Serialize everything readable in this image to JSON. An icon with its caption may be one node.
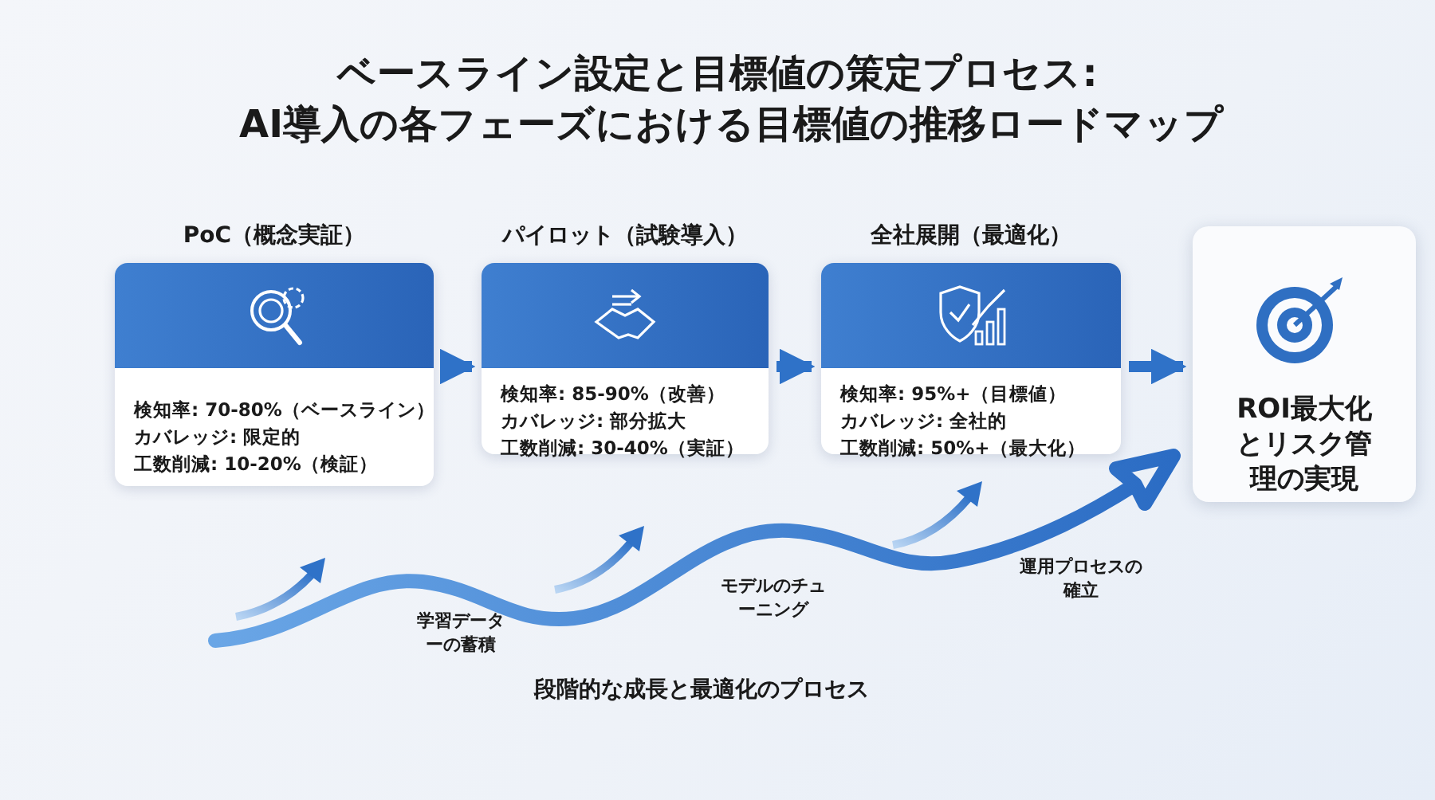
{
  "diagram": {
    "title": "ベースライン設定と目標値の策定プロセス: AI導入の各フェーズにおける目標値の推移ロードマップ",
    "nodes": [
      {
        "text": [
          "PoC（概念実証）",
          "検知率: 70-80%（ベースライン）",
          "カバレッジ: 限定的",
          "工数削減: 10-20%（検証）"
        ]
      },
      {
        "text": [
          "パイロット（試験導入）",
          "検知率: 85-90%（改善）",
          "カバレッジ: 部分拡大",
          "工数削減: 30-40%（実証）"
        ]
      },
      {
        "text": [
          "全社展開（最適化）",
          "検知率: 95%+（目標値）",
          "カバレッジ: 全社的",
          "工数削減: 50%+（最大化）"
        ]
      },
      {
        "text": [
          "ROI最大化とリスク管理の実現"
        ]
      }
    ],
    "edges": [
      {
        "from": 0,
        "to": 1,
        "arrow": "to"
      },
      {
        "from": 1,
        "to": 2,
        "arrow": "to"
      },
      {
        "from": 2,
        "to": 3,
        "arrow": "to"
      }
    ],
    "labels": [
      "学習データーの蓄積",
      "モデルのチューニング",
      "運用プロセスの確立",
      "段階的な成長と最適化のプロセス"
    ]
  }
}
